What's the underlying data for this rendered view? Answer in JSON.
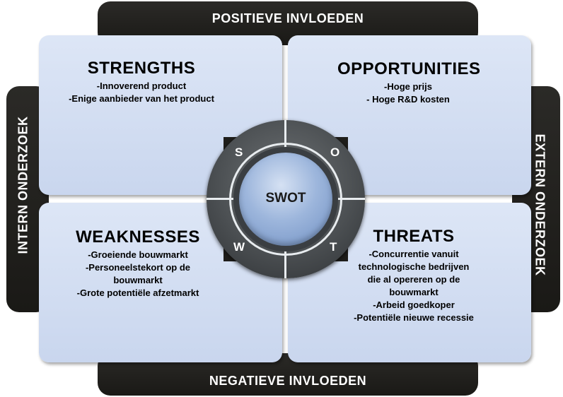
{
  "edges": {
    "top": "POSITIEVE INVLOEDEN",
    "bottom": "NEGATIEVE INVLOEDEN",
    "left": "INTERN ONDERZOEK",
    "right": "EXTERN ONDERZOEK"
  },
  "center": {
    "title": "SWOT",
    "letters": {
      "s": "S",
      "o": "O",
      "w": "W",
      "t": "T"
    }
  },
  "quadrants": {
    "strengths": {
      "title": "STRENGTHS",
      "items": [
        "-Innoverend product",
        "-Enige aanbieder van het product"
      ]
    },
    "opportunities": {
      "title": "OPPORTUNITIES",
      "items": [
        "-Hoge prijs",
        "- Hoge R&D kosten"
      ]
    },
    "weaknesses": {
      "title": "WEAKNESSES",
      "items": [
        "-Groeiende bouwmarkt",
        "-Personeelstekort  op de bouwmarkt",
        "-Grote potentiële afzetmarkt"
      ]
    },
    "threats": {
      "title": "THREATS",
      "items": [
        "-Concurrentie vanuit technologische bedrijven die al opereren op de bouwmarkt",
        "-Arbeid goedkoper",
        "-Potentiële nieuwe recessie"
      ]
    }
  },
  "colors": {
    "frame": "#1f1e1b",
    "quadrant": "#d3ddf1",
    "button": "#9db6dc"
  }
}
